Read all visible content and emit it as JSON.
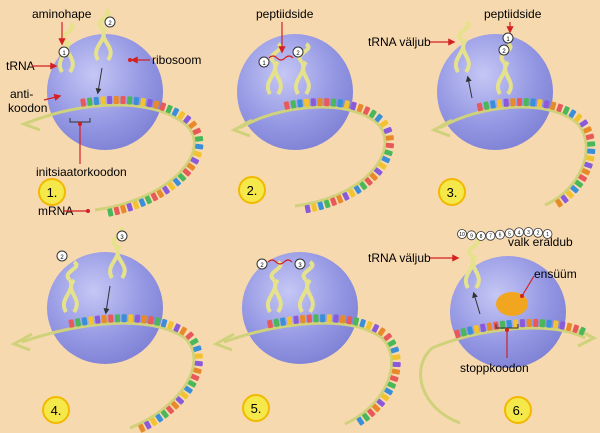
{
  "colors": {
    "background": "#f7d9b0",
    "ribosome": "#8e91e0",
    "pointer": "#d42020",
    "mrna": "#cfd27a",
    "trna": "#e6e28c",
    "enzyme": "#f2a51f",
    "step_badge": "#f4e84a"
  },
  "labels": {
    "aminohape": "aminohape",
    "trna": "tRNA",
    "ribosoom": "ribosoom",
    "anti": "anti-",
    "koodon": "koodon",
    "initsiaatorkoodon": "initsiaatorkoodon",
    "mrna": "mRNA",
    "peptiidside_2": "peptiidside",
    "peptiidside_3": "peptiidside",
    "trna_valjub_3": "tRNA väljub",
    "trna_valjub_6": "tRNA väljub",
    "valk_eraldub": "valk eraldub",
    "ensuum": "ensüüm",
    "stoppkoodon": "stoppkoodon"
  },
  "steps": [
    {
      "label": "1."
    },
    {
      "label": "2."
    },
    {
      "label": "3."
    },
    {
      "label": "4."
    },
    {
      "label": "5."
    },
    {
      "label": "6."
    }
  ],
  "protein_chain": [
    "10",
    "9",
    "8",
    "7",
    "6",
    "5",
    "4",
    "3",
    "2",
    "1"
  ],
  "trna_numbers": {
    "p1_a": "1",
    "p1_b": "2",
    "p2_a": "1",
    "p2_b": "2",
    "p3_a": "1",
    "p3_b": "2",
    "p4_a": "2",
    "p4_b": "3",
    "p5_a": "2",
    "p5_b": "3"
  }
}
